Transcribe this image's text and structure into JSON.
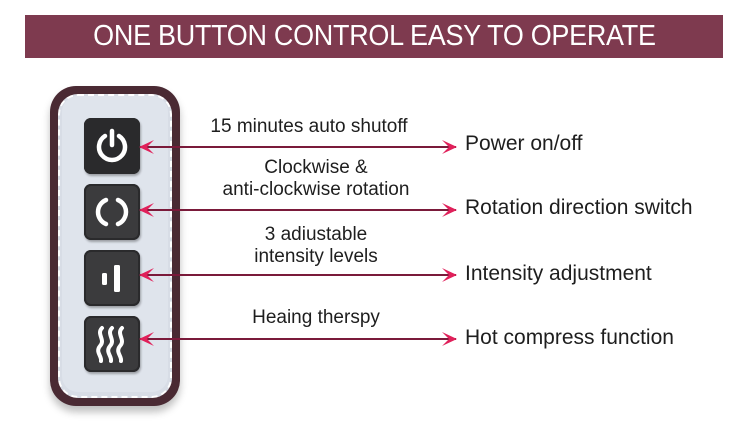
{
  "banner": {
    "title": "ONE BUTTON CONTROL EASY TO OPERATE",
    "background": "#7e3a4f"
  },
  "remote": {
    "buttons": [
      {
        "icon": "power-icon"
      },
      {
        "icon": "rotation-icon"
      },
      {
        "icon": "intensity-icon"
      },
      {
        "icon": "heat-waves-icon"
      }
    ]
  },
  "features": [
    {
      "description_lines": [
        "15 minutes auto shutoff"
      ],
      "function": "Power on/off"
    },
    {
      "description_lines": [
        "Clockwise &",
        "anti-clockwise rotation"
      ],
      "function": "Rotation direction switch"
    },
    {
      "description_lines": [
        "3 adiustable",
        "intensity levels"
      ],
      "function": "Intensity adjustment"
    },
    {
      "description_lines": [
        "Heaing therspy"
      ],
      "function": "Hot compress function"
    }
  ],
  "colors": {
    "arrow_line": "#7a1a3a",
    "arrow_head": "#e0205a"
  }
}
